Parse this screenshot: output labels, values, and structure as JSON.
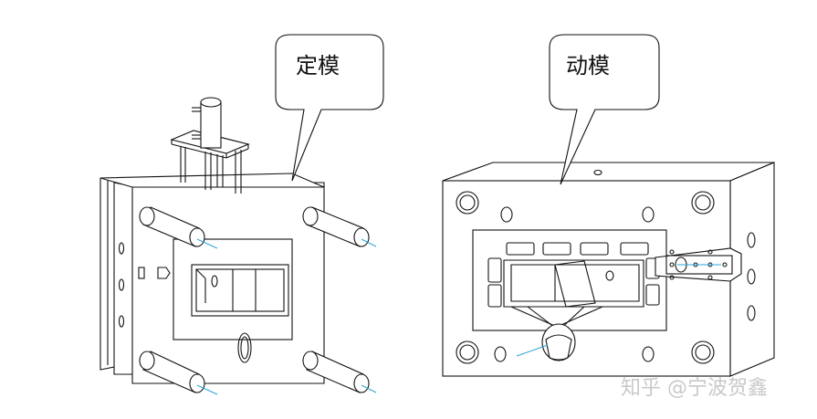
{
  "labels": {
    "fixed_mold": "定模",
    "moving_mold": "动模"
  },
  "watermark": "知乎 @宁波贺鑫",
  "colors": {
    "line": "#111111",
    "accent_blue": "#2aa7d6",
    "watermark": "#c9c9c9",
    "background": "#ffffff"
  }
}
